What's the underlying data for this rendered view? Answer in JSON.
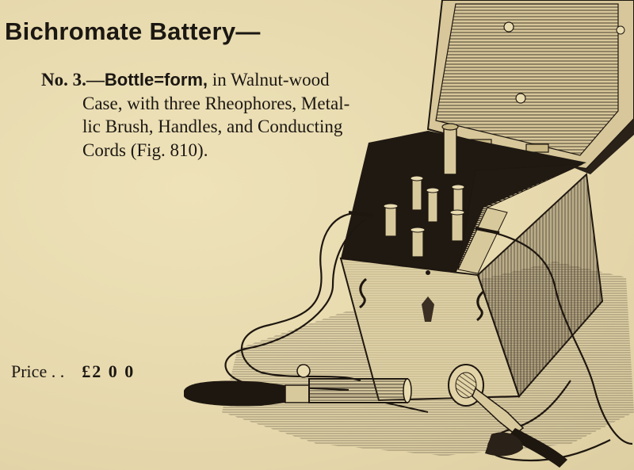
{
  "heading": "Bichromate Battery—",
  "entry": {
    "number": "No. 3.—",
    "name": "Bottle=form,",
    "line1_rest": " in Walnut-wood",
    "line2": "Case, with three Rheophores, Metal-",
    "line3": "lic Brush, Handles, and Conducting",
    "line4": "Cords (Fig. 810)."
  },
  "price": {
    "label": "Price . .",
    "amount": "£2 0 0"
  },
  "illustration": {
    "subject": "engraving of bichromate battery in walnut-wood case with open lid, handles, metallic brush and conducting cords"
  }
}
